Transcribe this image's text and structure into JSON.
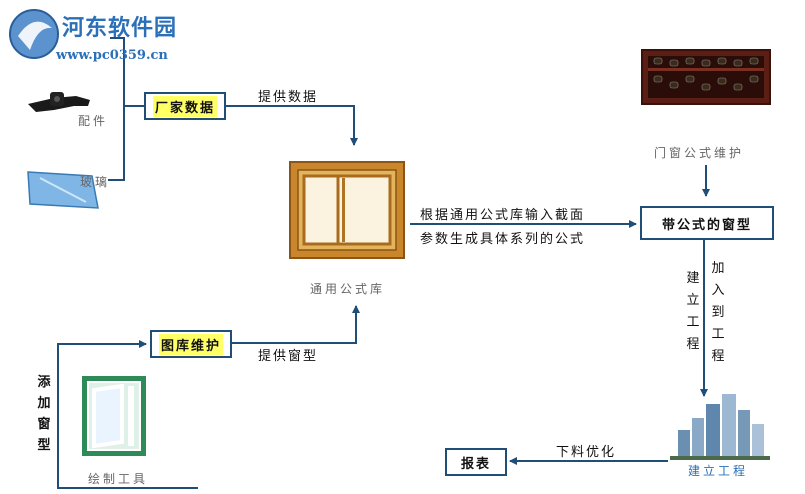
{
  "watermark": {
    "name": "河东软件园",
    "url": "www.pc0359.cn"
  },
  "parts": {
    "fittings": "配件",
    "glass": "玻璃"
  },
  "boxes": {
    "manufacturer_data": "厂家数据",
    "drawing_maintenance": "图库维护",
    "window_with_formula": "带公式的窗型",
    "report": "报表"
  },
  "arrows": {
    "provide_data": "提供数据",
    "provide_window": "提供窗型",
    "formula_line1": "根据通用公式库输入截面",
    "formula_line2": "参数生成具体系列的公式",
    "add_to_project": "加入到工程",
    "build_project_v": "建立工程",
    "blanking_opt": "下料优化",
    "add_window": "添加窗型"
  },
  "captions": {
    "general_formula_lib": "通用公式库",
    "window_formula_maint": "门窗公式维护",
    "drawing_tool": "绘制工具",
    "build_project": "建立工程"
  },
  "colors": {
    "line": "#1f4e79",
    "highlight": "#ffff66",
    "wood": "#c9862a"
  }
}
